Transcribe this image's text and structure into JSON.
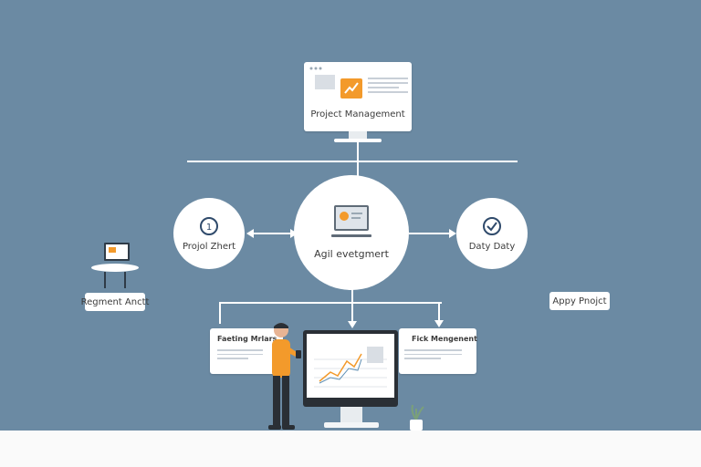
{
  "top_node": {
    "label": "Project Management"
  },
  "center_node": {
    "label": "Agil evetgmert"
  },
  "left_node": {
    "label": "Projol Zhert",
    "icon": "clock-one-icon"
  },
  "right_node": {
    "label": "Daty Daty",
    "icon": "checkmark-icon"
  },
  "left_tag": {
    "label": "Regment Anctt"
  },
  "right_tag": {
    "label": "Appy Pnojct"
  },
  "left_card": {
    "title": "Faeting Mrlars"
  },
  "right_card": {
    "title": "Fick Mengenent"
  },
  "colors": {
    "background": "#6b8aa3",
    "accent": "#f39a2b",
    "line": "#ffffff"
  }
}
